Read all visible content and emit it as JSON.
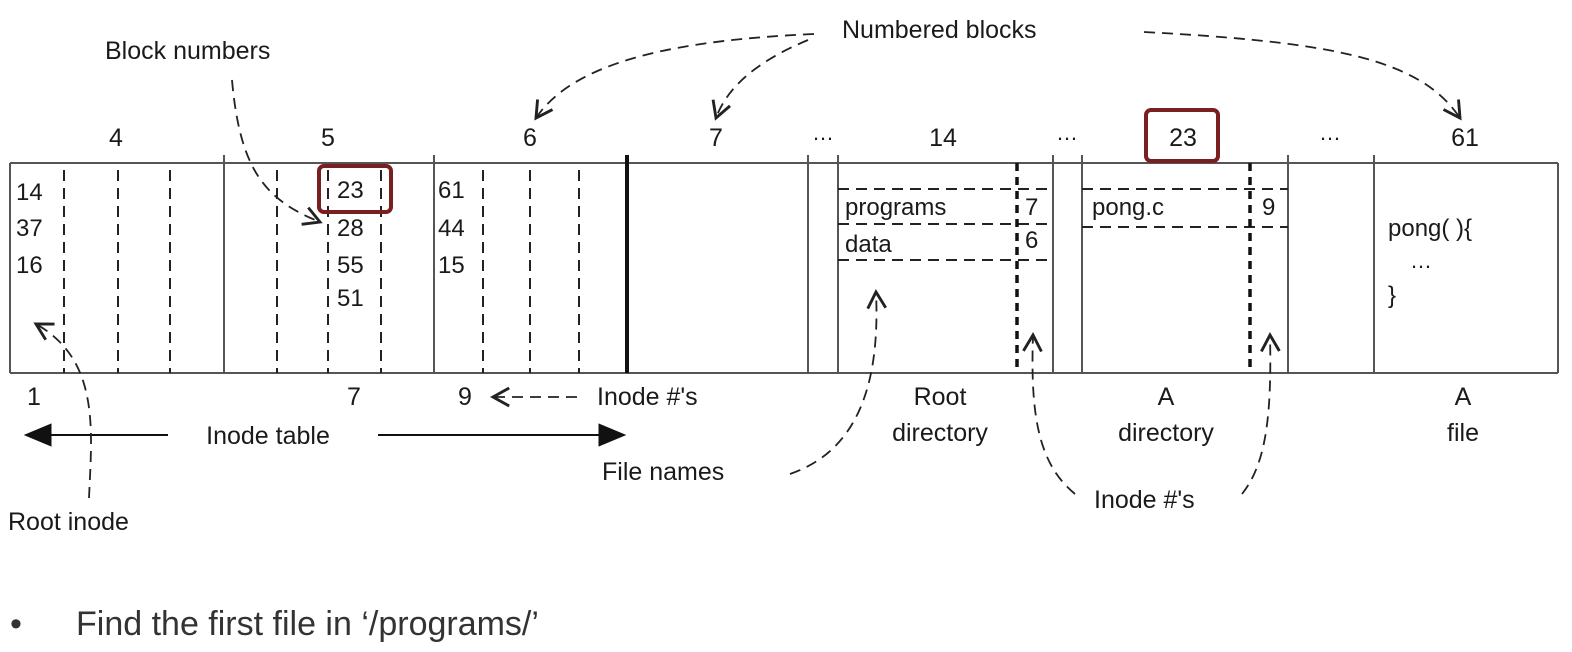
{
  "labels": {
    "numbered_blocks": "Numbered blocks",
    "block_numbers": "Block numbers",
    "inode_table": "Inode table",
    "inode_nums": "Inode #'s",
    "inode_nums_2": "Inode #'s",
    "file_names": "File names",
    "root_inode": "Root inode",
    "root_directory_1": "Root",
    "root_directory_2": "directory",
    "a_directory_1": "A",
    "a_directory_2": "directory",
    "a_file_1": "A",
    "a_file_2": "file"
  },
  "block_numbers_top": [
    "4",
    "5",
    "6",
    "7",
    "…",
    "14",
    "…",
    "23",
    "…",
    "61"
  ],
  "inode_numbers_bottom": [
    "1",
    "7",
    "9"
  ],
  "inode_block_4": [
    "14",
    "37",
    "16"
  ],
  "inode_block_5": [
    "23",
    "28",
    "55",
    "51"
  ],
  "inode_block_6": [
    "61",
    "44",
    "15"
  ],
  "root_dir_entries": [
    {
      "name": "programs",
      "inode": "7"
    },
    {
      "name": "data",
      "inode": "6"
    }
  ],
  "a_dir_entries": [
    {
      "name": "pong.c",
      "inode": "9"
    }
  ],
  "file_contents": [
    "pong( ){",
    "…",
    "}"
  ],
  "bullet": {
    "symbol": "•",
    "text": "Find the first file in ‘/programs/’"
  },
  "colors": {
    "highlight": "#7a1f1f",
    "text": "#1a1a1a"
  }
}
